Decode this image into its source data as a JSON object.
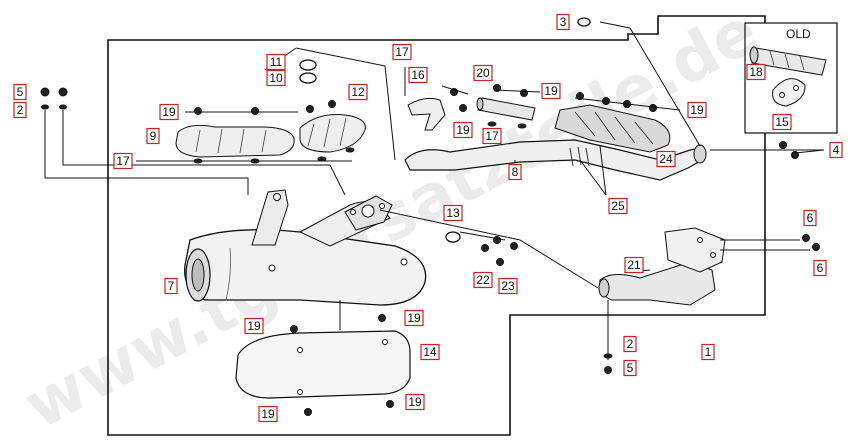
{
  "diagram": {
    "watermark": "www.tgbersatzteile.de",
    "inset_label": "OLD",
    "accent_color": "#cc2222",
    "callouts": [
      {
        "id": "c1",
        "label": "1",
        "boxed": true
      },
      {
        "id": "c2a",
        "label": "2",
        "boxed": false
      },
      {
        "id": "c2b",
        "label": "2",
        "boxed": false
      },
      {
        "id": "c3",
        "label": "3",
        "boxed": false
      },
      {
        "id": "c4",
        "label": "4",
        "boxed": false
      },
      {
        "id": "c5a",
        "label": "5",
        "boxed": false
      },
      {
        "id": "c5b",
        "label": "5",
        "boxed": false
      },
      {
        "id": "c6a",
        "label": "6",
        "boxed": false
      },
      {
        "id": "c6b",
        "label": "6",
        "boxed": false
      },
      {
        "id": "c7",
        "label": "7",
        "boxed": true
      },
      {
        "id": "c8",
        "label": "8",
        "boxed": true
      },
      {
        "id": "c9",
        "label": "9",
        "boxed": true
      },
      {
        "id": "c10",
        "label": "10",
        "boxed": true
      },
      {
        "id": "c11",
        "label": "11",
        "boxed": true
      },
      {
        "id": "c12",
        "label": "12",
        "boxed": true
      },
      {
        "id": "c13",
        "label": "13",
        "boxed": true
      },
      {
        "id": "c14",
        "label": "14",
        "boxed": true
      },
      {
        "id": "c15",
        "label": "15",
        "boxed": true
      },
      {
        "id": "c16",
        "label": "16",
        "boxed": true
      },
      {
        "id": "c17a",
        "label": "17",
        "boxed": true
      },
      {
        "id": "c17b",
        "label": "17",
        "boxed": true
      },
      {
        "id": "c17c",
        "label": "17",
        "boxed": true
      },
      {
        "id": "c18",
        "label": "18",
        "boxed": true
      },
      {
        "id": "c19a",
        "label": "19",
        "boxed": true
      },
      {
        "id": "c19b",
        "label": "19",
        "boxed": true
      },
      {
        "id": "c19c",
        "label": "19",
        "boxed": true
      },
      {
        "id": "c19d",
        "label": "19",
        "boxed": true
      },
      {
        "id": "c19e",
        "label": "19",
        "boxed": true
      },
      {
        "id": "c19f",
        "label": "19",
        "boxed": true
      },
      {
        "id": "c19g",
        "label": "19",
        "boxed": true
      },
      {
        "id": "c19h",
        "label": "19",
        "boxed": true
      },
      {
        "id": "c20",
        "label": "20",
        "boxed": true
      },
      {
        "id": "c21",
        "label": "21",
        "boxed": true
      },
      {
        "id": "c22",
        "label": "22",
        "boxed": true
      },
      {
        "id": "c23",
        "label": "23",
        "boxed": true
      },
      {
        "id": "c24",
        "label": "24",
        "boxed": true
      },
      {
        "id": "c25",
        "label": "25",
        "boxed": true
      }
    ]
  }
}
